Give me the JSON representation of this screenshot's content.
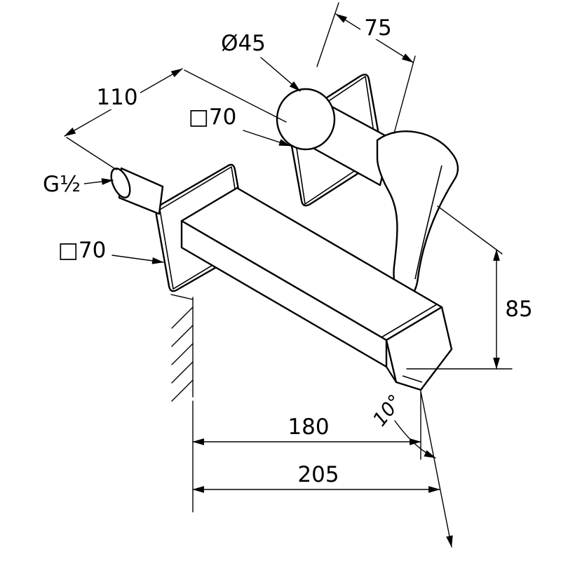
{
  "page": {
    "background": "#ffffff",
    "line_color": "#000000"
  },
  "dimensions": {
    "escutcheon_width_75": "75",
    "flange_diameter": "Ø45",
    "offset_110": "110",
    "mixer_plate_70": "□70",
    "inlet_thread": "G½",
    "spout_plate_70": "□70",
    "height_85": "85",
    "reach_180": "180",
    "reach_205": "205",
    "spout_angle": "10°"
  }
}
